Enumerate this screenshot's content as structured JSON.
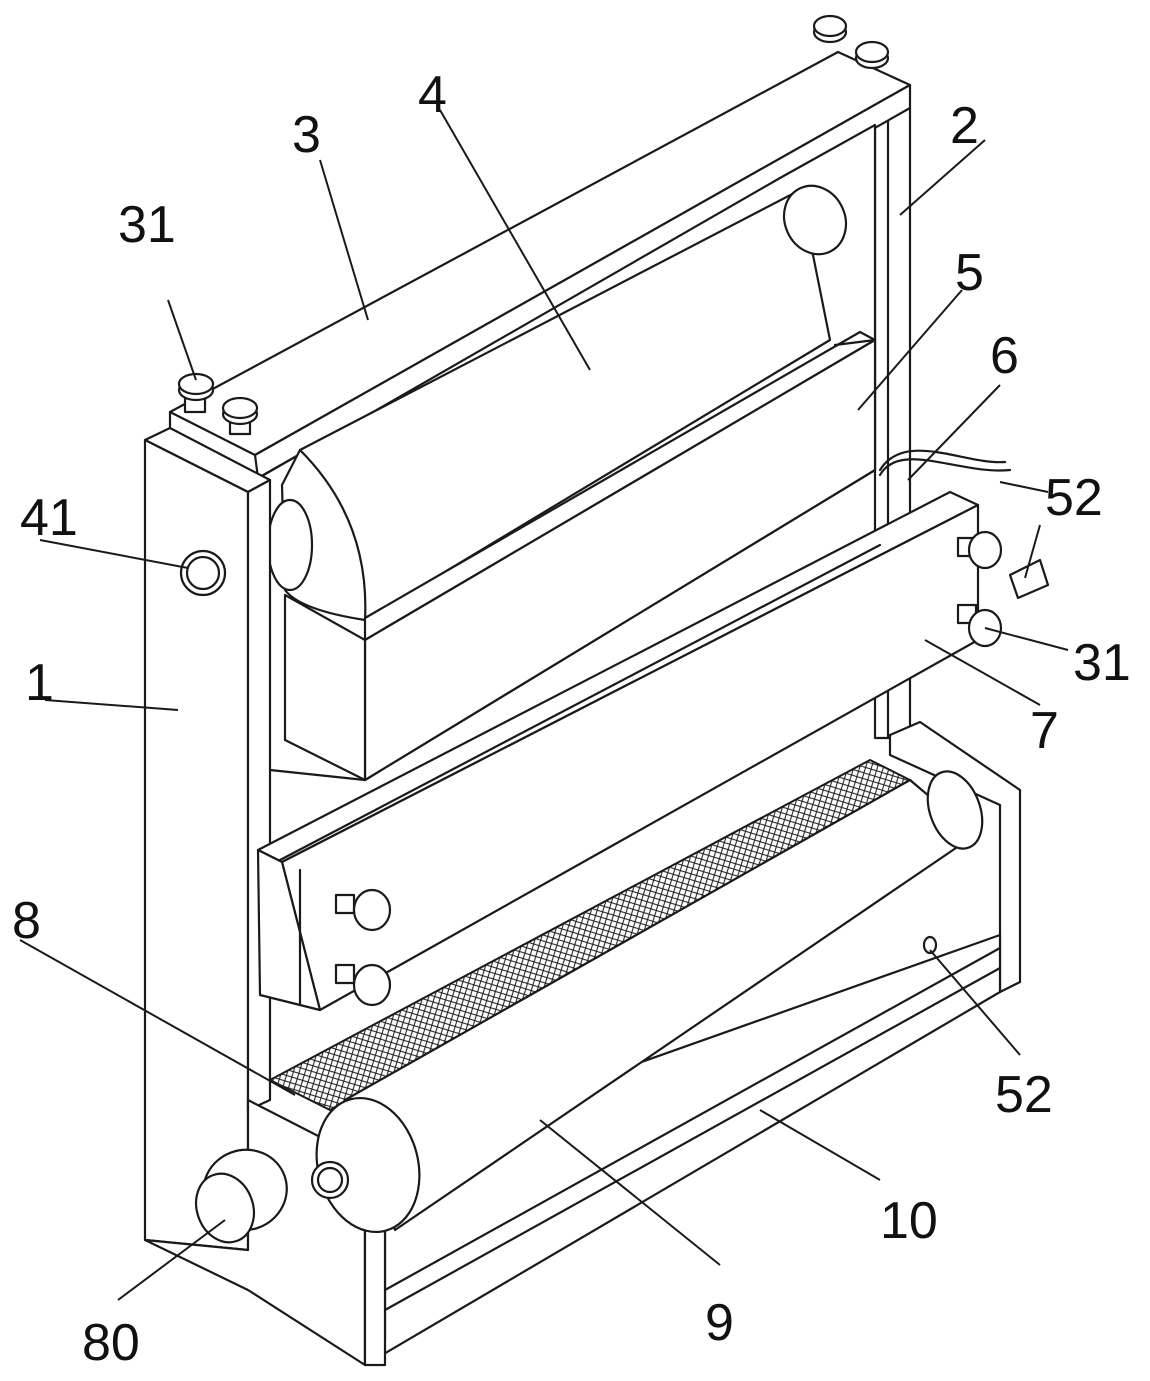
{
  "labels": {
    "l1": "1",
    "l2": "2",
    "l3": "3",
    "l4": "4",
    "l5": "5",
    "l6": "6",
    "l7": "7",
    "l8": "8",
    "l9": "9",
    "l10": "10",
    "l31a": "31",
    "l31b": "31",
    "l41": "41",
    "l52a": "52",
    "l52b": "52",
    "l80": "80"
  },
  "colors": {
    "line": "#1a1a1a",
    "background": "#ffffff"
  }
}
